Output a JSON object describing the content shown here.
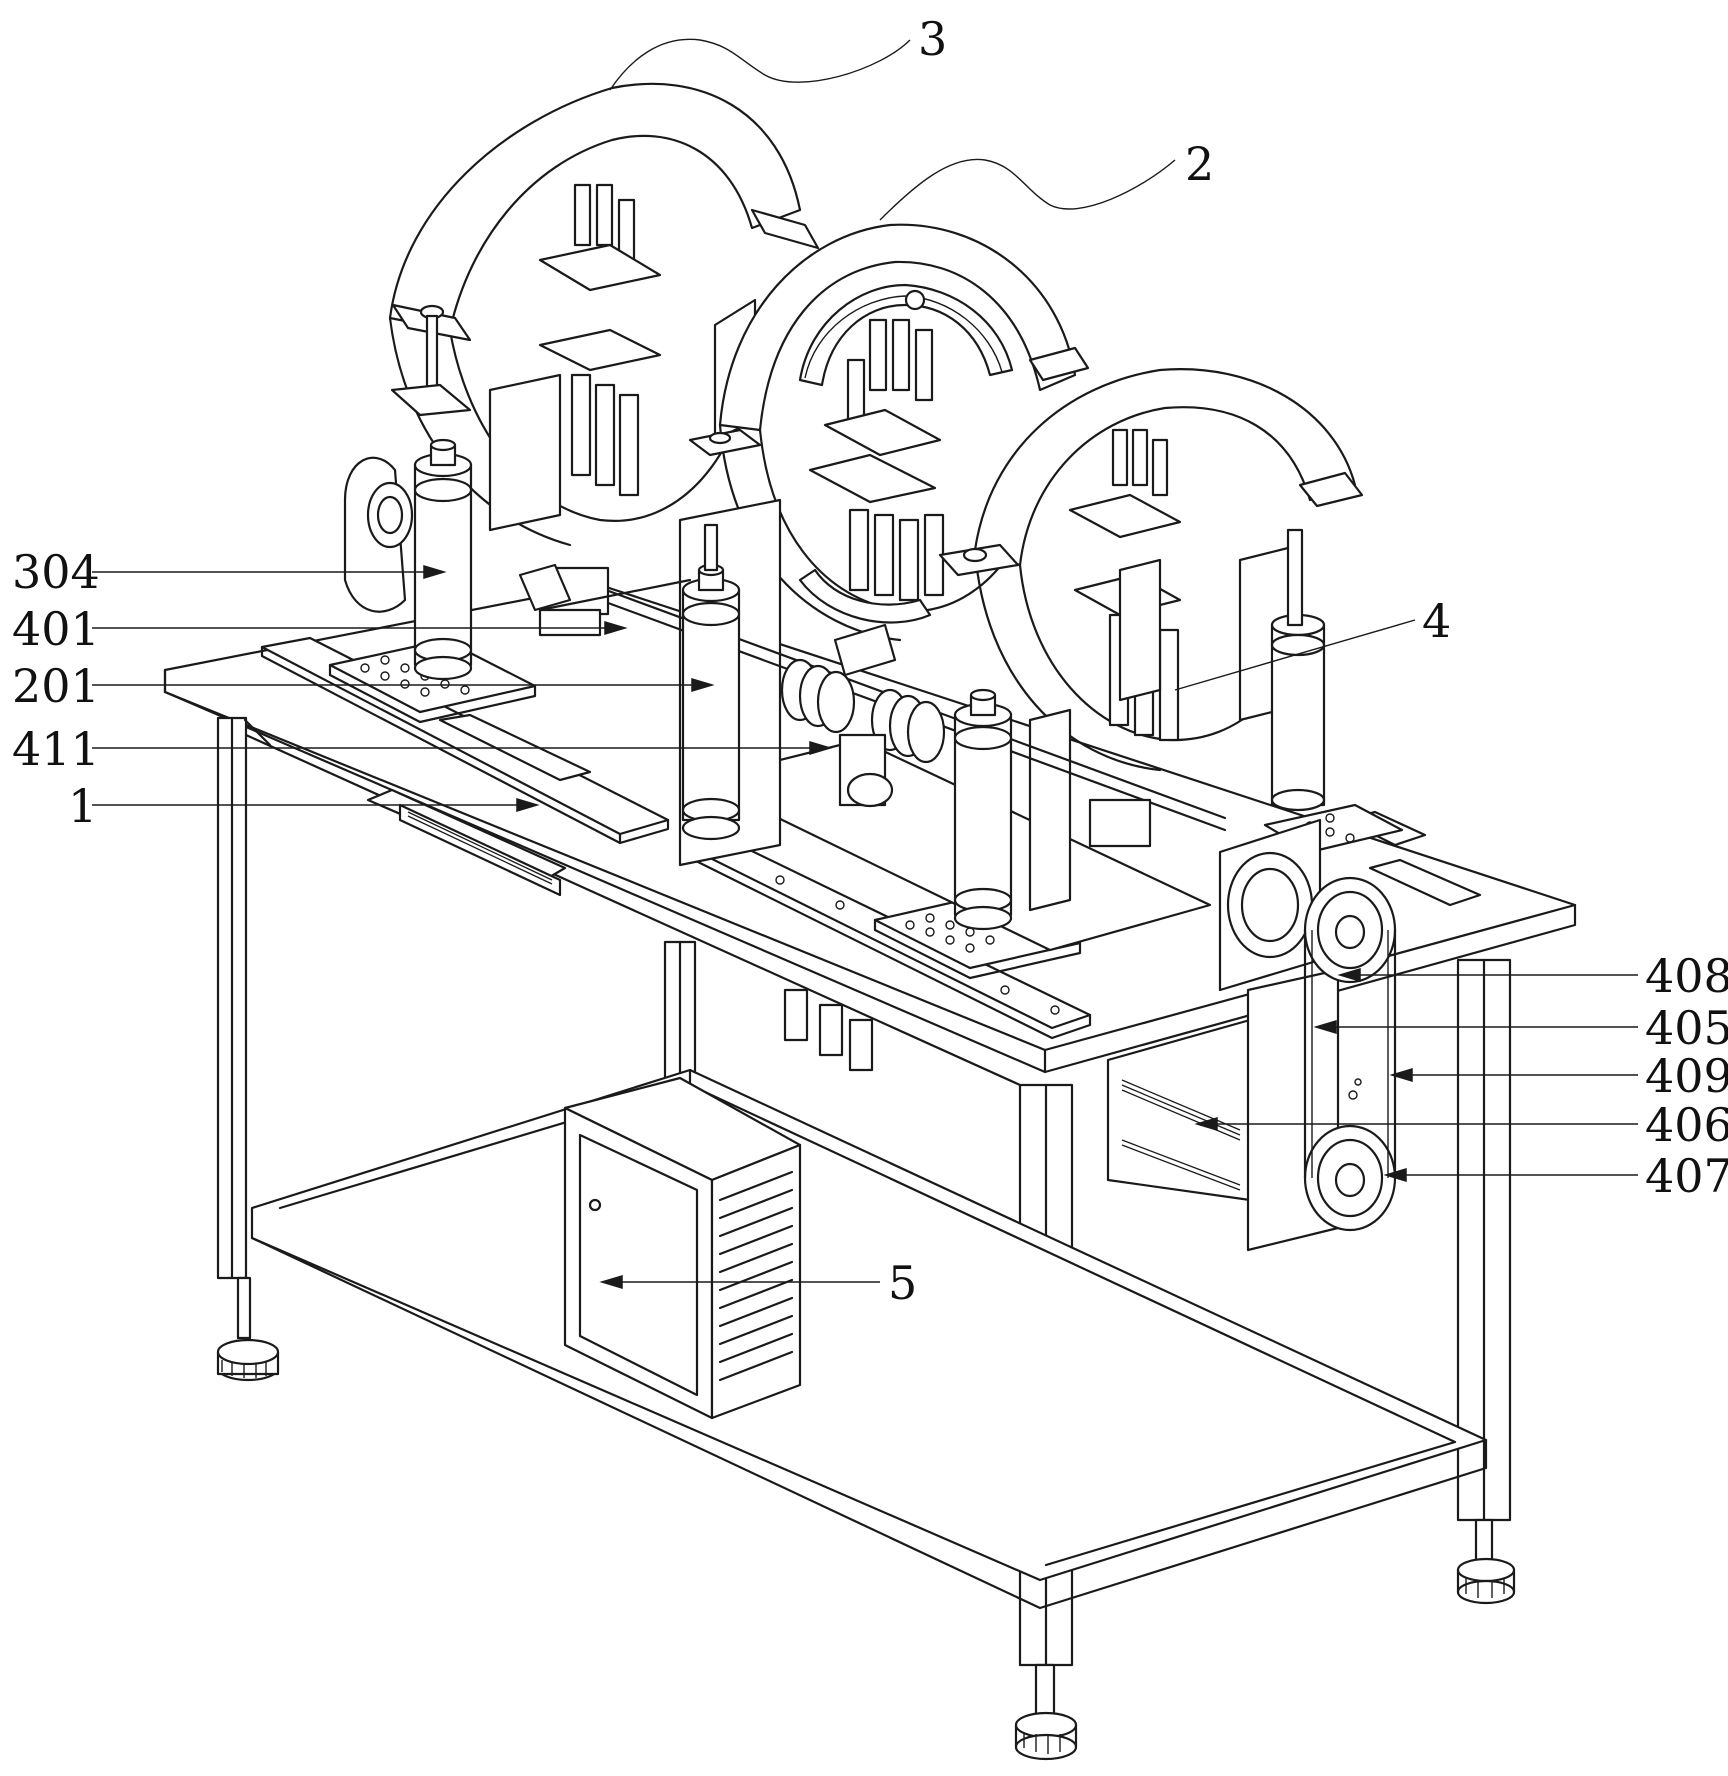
{
  "labels": {
    "l3": "3",
    "l2": "2",
    "l4": "4",
    "l304": "304",
    "l401": "401",
    "l201": "201",
    "l411": "411",
    "l1": "1",
    "l408": "408",
    "l405": "405",
    "l409": "409",
    "l406": "406",
    "l407": "407",
    "l5": "5"
  }
}
